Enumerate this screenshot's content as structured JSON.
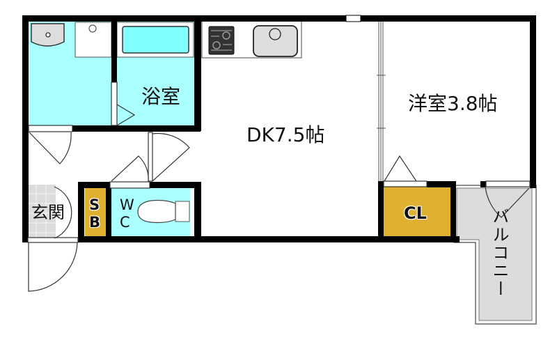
{
  "floorplan": {
    "colors": {
      "wall": "#000000",
      "wet_area": "#aaffff",
      "bathtub": "#80ffff",
      "storage": "#e0b030",
      "entrance_tile": "#dcdcdc",
      "balcony": "#dcdcdc",
      "fixture_gray": "#dddddd",
      "background": "#ffffff"
    },
    "rooms": {
      "bath": {
        "label": "浴室"
      },
      "dk": {
        "label": "DK7.5帖"
      },
      "western_room": {
        "label": "洋室3.8帖"
      },
      "entrance": {
        "label": "玄関"
      },
      "shoe_box": {
        "label_top": "S",
        "label_bottom": "B"
      },
      "toilet": {
        "label_top": "W",
        "label_bottom": "C"
      },
      "closet": {
        "label": "CL"
      },
      "balcony": {
        "label": "バルコニー"
      }
    }
  }
}
